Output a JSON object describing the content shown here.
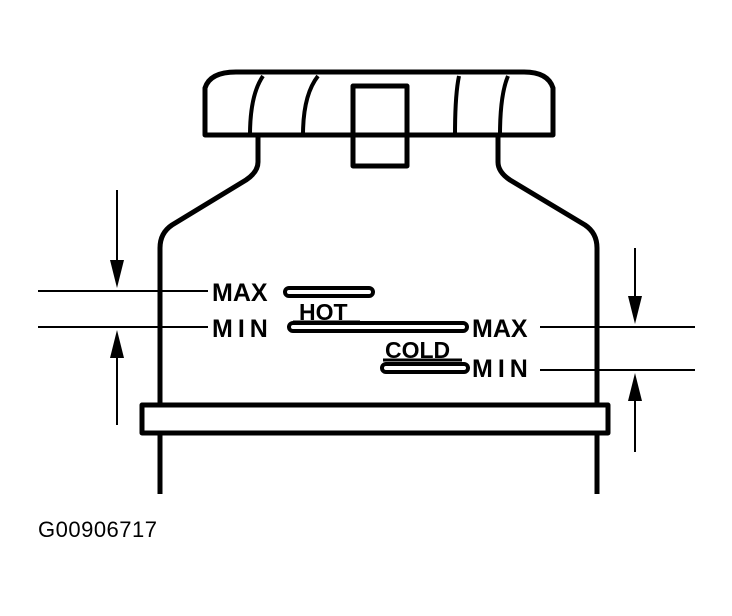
{
  "labels": {
    "hot_max": "MAX",
    "hot_min": "MIN",
    "hot": "HOT",
    "cold": "COLD",
    "cold_max": "MAX",
    "cold_min": "MIN"
  },
  "caption": "G00906717",
  "colors": {
    "ink": "#000000",
    "paper": "#ffffff"
  }
}
